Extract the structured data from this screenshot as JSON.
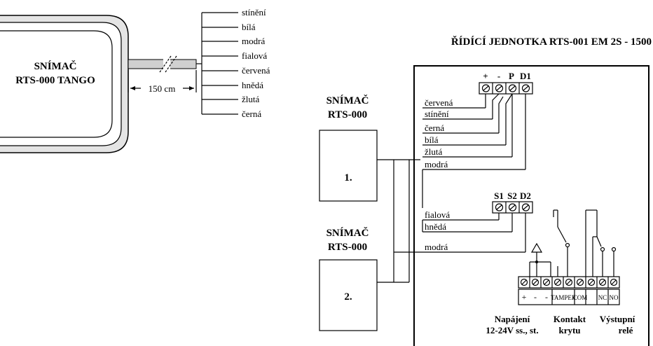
{
  "sensor_outline": {
    "title_line1": "SNÍMAČ",
    "title_line2": "RTS-000 TANGO",
    "cable_length": "150 cm"
  },
  "cable_colors": [
    "stínění",
    "bílá",
    "modrá",
    "fialová",
    "červená",
    "hnědá",
    "žlutá",
    "černá"
  ],
  "unit_title": "ŘÍDÍCÍ JEDNOTKA RTS-001 EM 2S - 1500",
  "sensor1": {
    "title_line1": "SNÍMAČ",
    "title_line2": "RTS-000",
    "number": "1."
  },
  "sensor2": {
    "title_line1": "SNÍMAČ",
    "title_line2": "RTS-000",
    "number": "2."
  },
  "terminal_block_1": {
    "labels": [
      "+",
      "-",
      "P",
      "D1"
    ],
    "wires": [
      "červená",
      "stínění",
      "černá",
      "bílá",
      "žlutá",
      "modrá"
    ]
  },
  "terminal_block_2": {
    "labels": [
      "S1",
      "S2",
      "D2"
    ],
    "wires": [
      "fialová",
      "hnědá",
      "modrá"
    ]
  },
  "bottom_terminals": {
    "small_labels": [
      "+",
      "-",
      "-",
      "TAMPER",
      "COM",
      "NC",
      "NO"
    ]
  },
  "bottom_labels": {
    "power_line1": "Napájení",
    "power_line2": "12-24V ss., st.",
    "tamper_line1": "Kontakt",
    "tamper_line2": "krytu",
    "relay_line1": "Výstupní",
    "relay_line2": "relé"
  }
}
